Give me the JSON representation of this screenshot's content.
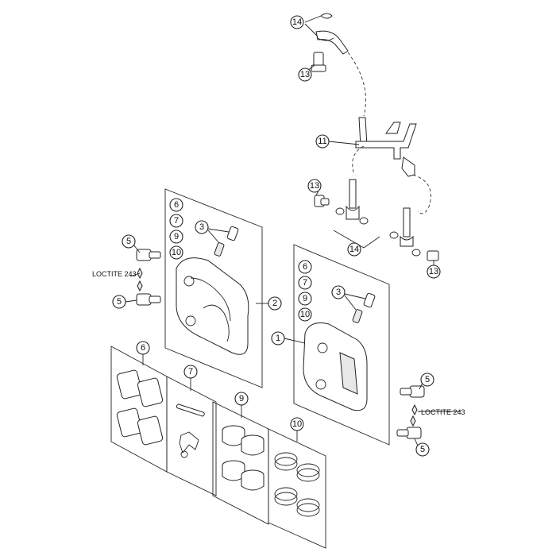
{
  "callouts": {
    "c1": "1",
    "c2": "2",
    "c3a": "3",
    "c3b": "3",
    "c5a": "5",
    "c5b": "5",
    "c5c": "5",
    "c5d": "5",
    "c6a": "6",
    "c6b": "6",
    "c6c": "6",
    "c7a": "7",
    "c7b": "7",
    "c7c": "7",
    "c9a": "9",
    "c9b": "9",
    "c9c": "9",
    "c10a": "10",
    "c10b": "10",
    "c10c": "10",
    "c11": "11",
    "c13a": "13",
    "c13b": "13",
    "c13c": "13",
    "c14a": "14",
    "c14b": "14"
  },
  "notes": {
    "loctite_left": "LOCTITE 243",
    "loctite_right": "LOCTITE 243"
  }
}
